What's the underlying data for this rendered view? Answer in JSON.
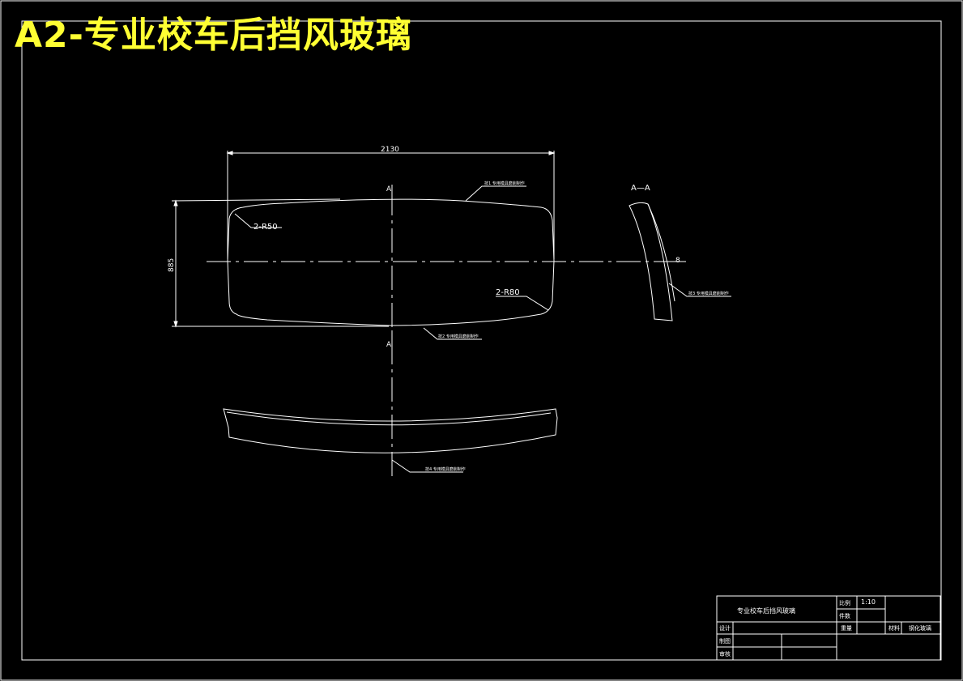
{
  "banner": {
    "title": "A2-专业校车后挡风玻璃"
  },
  "drawing": {
    "dims": {
      "width": "2130",
      "height": "885",
      "thickness": "8"
    },
    "radii": {
      "top_left": "2-R50",
      "bottom_right": "2-R80"
    },
    "section": {
      "cut_mark_top": "A",
      "cut_mark_bottom": "A",
      "view_label": "A—A"
    },
    "callouts": {
      "c1": "技1 专用模具磨削制作",
      "c2": "技2 专用模具磨削制作",
      "c3": "技3 专用模具磨削制作",
      "c4": "技4 专用模具磨削制作"
    }
  },
  "title_block": {
    "part_name": "专业校车后挡风玻璃",
    "scale_label": "比例",
    "scale_value": "1:10",
    "qty_label": "件数",
    "weight_label": "重量",
    "material_label": "材料",
    "material_value": "钢化玻璃",
    "designer_label": "设计",
    "drafter_label": "制图",
    "checker_label": "审核"
  },
  "colors": {
    "background": "#000000",
    "lines": "#ffffff",
    "banner": "#ffff33"
  }
}
